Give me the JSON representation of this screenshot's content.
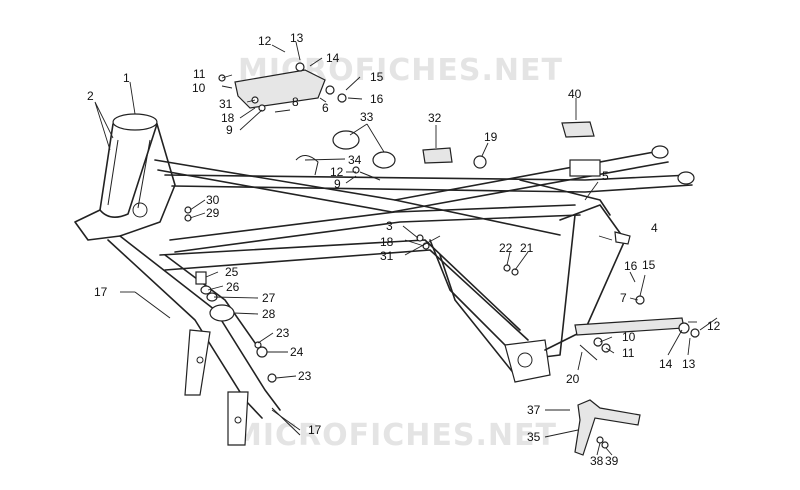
{
  "watermark": {
    "top": "MICROFICHES.NET",
    "bottom": "MICROFICHES.NET"
  },
  "callouts": [
    {
      "id": "c1",
      "text": "1"
    },
    {
      "id": "c2",
      "text": "2"
    },
    {
      "id": "c3",
      "text": "3"
    },
    {
      "id": "c4",
      "text": "4"
    },
    {
      "id": "c5",
      "text": "5"
    },
    {
      "id": "c6",
      "text": "6"
    },
    {
      "id": "c7",
      "text": "7"
    },
    {
      "id": "c8",
      "text": "8"
    },
    {
      "id": "c9a",
      "text": "9"
    },
    {
      "id": "c9b",
      "text": "9"
    },
    {
      "id": "c10a",
      "text": "10"
    },
    {
      "id": "c10b",
      "text": "10"
    },
    {
      "id": "c11a",
      "text": "11"
    },
    {
      "id": "c11b",
      "text": "11"
    },
    {
      "id": "c12a",
      "text": "12"
    },
    {
      "id": "c12b",
      "text": "12"
    },
    {
      "id": "c12c",
      "text": "12"
    },
    {
      "id": "c13a",
      "text": "13"
    },
    {
      "id": "c13b",
      "text": "13"
    },
    {
      "id": "c14a",
      "text": "14"
    },
    {
      "id": "c14b",
      "text": "14"
    },
    {
      "id": "c15a",
      "text": "15"
    },
    {
      "id": "c15b",
      "text": "15"
    },
    {
      "id": "c16a",
      "text": "16"
    },
    {
      "id": "c16b",
      "text": "16"
    },
    {
      "id": "c17a",
      "text": "17"
    },
    {
      "id": "c17b",
      "text": "17"
    },
    {
      "id": "c18a",
      "text": "18"
    },
    {
      "id": "c18b",
      "text": "18"
    },
    {
      "id": "c19",
      "text": "19"
    },
    {
      "id": "c20",
      "text": "20"
    },
    {
      "id": "c21",
      "text": "21"
    },
    {
      "id": "c22",
      "text": "22"
    },
    {
      "id": "c23a",
      "text": "23"
    },
    {
      "id": "c23b",
      "text": "23"
    },
    {
      "id": "c24",
      "text": "24"
    },
    {
      "id": "c25",
      "text": "25"
    },
    {
      "id": "c26",
      "text": "26"
    },
    {
      "id": "c27",
      "text": "27"
    },
    {
      "id": "c28",
      "text": "28"
    },
    {
      "id": "c29",
      "text": "29"
    },
    {
      "id": "c30",
      "text": "30"
    },
    {
      "id": "c31a",
      "text": "31"
    },
    {
      "id": "c31b",
      "text": "31"
    },
    {
      "id": "c32",
      "text": "32"
    },
    {
      "id": "c33",
      "text": "33"
    },
    {
      "id": "c34",
      "text": "34"
    },
    {
      "id": "c35",
      "text": "35"
    },
    {
      "id": "c37",
      "text": "37"
    },
    {
      "id": "c38",
      "text": "38"
    },
    {
      "id": "c39",
      "text": "39"
    },
    {
      "id": "c40",
      "text": "40"
    }
  ]
}
